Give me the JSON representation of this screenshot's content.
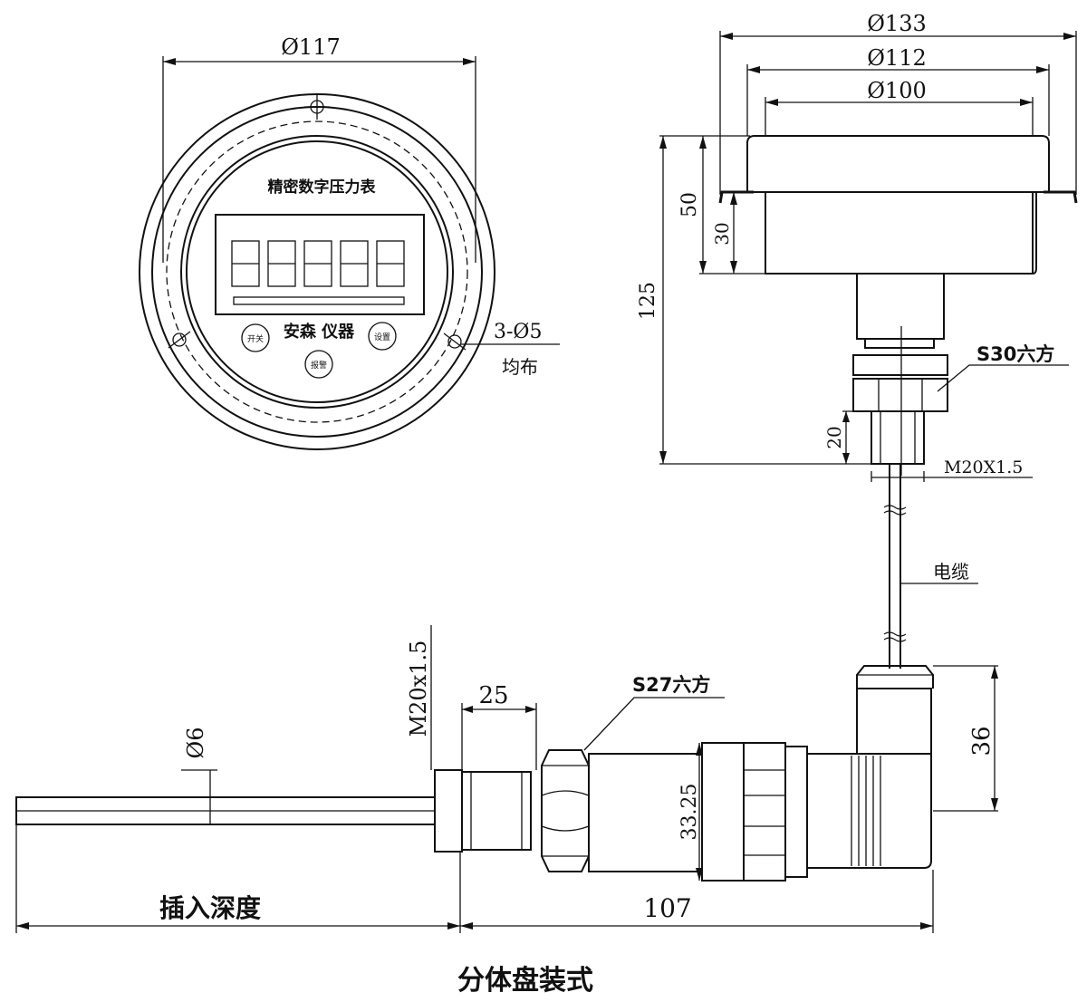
{
  "front_view": {
    "dim_outer_diameter": "Ø117",
    "dial_title": "精密数字压力表",
    "brand": "安森 仪器",
    "button_on_off": "开关",
    "button_set": "设置",
    "button_alarm": "报警",
    "holes_label": "3-Ø5",
    "holes_note": "均布"
  },
  "side_view": {
    "dim_133": "Ø133",
    "dim_112": "Ø112",
    "dim_100": "Ø100",
    "dim_50": "50",
    "dim_30": "30",
    "dim_125": "125",
    "hex_label": "S30六方",
    "dim_20": "20",
    "thread_label": "M20X1.5",
    "cable_label": "电缆"
  },
  "sensor_view": {
    "thread_label": "M20x1.5",
    "dim_25": "25",
    "hex_label": "S27六方",
    "dim_diameter_6": "Ø6",
    "dim_33_25": "33.25",
    "dim_36": "36",
    "insertion_depth": "插入深度",
    "dim_107": "107"
  },
  "caption": "分体盘装式"
}
